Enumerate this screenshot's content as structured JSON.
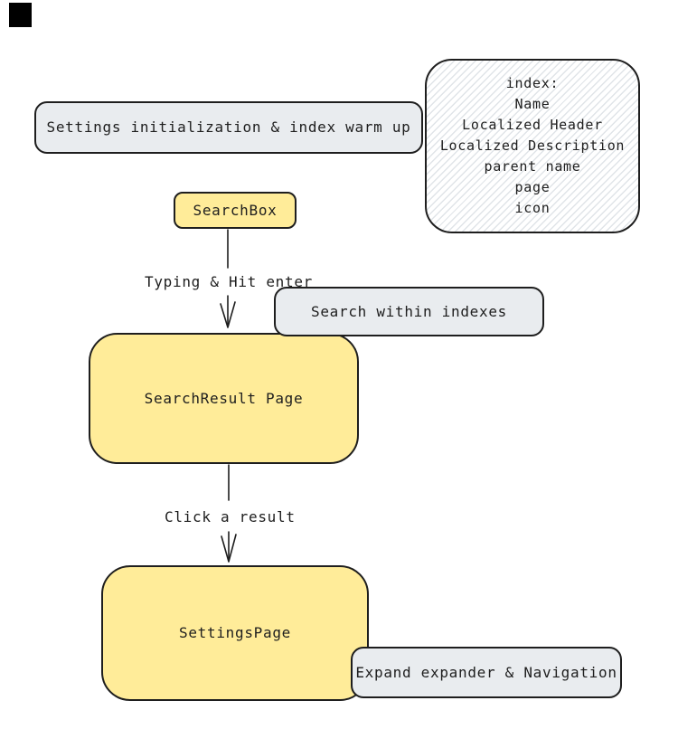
{
  "diagram": {
    "nodes": {
      "init": {
        "label": "Settings initialization & index warm up"
      },
      "index_info": {
        "lines": [
          "index:",
          "Name",
          "Localized Header",
          "Localized Description",
          "parent name",
          "page",
          "icon"
        ]
      },
      "searchbox": {
        "label": "SearchBox"
      },
      "search_within": {
        "label": "Search within indexes"
      },
      "search_result": {
        "label": "SearchResult Page"
      },
      "settings_page": {
        "label": "SettingsPage"
      },
      "expand_nav": {
        "label": "Expand expander & Navigation"
      }
    },
    "edges": {
      "typing": {
        "label": "Typing & Hit enter"
      },
      "click": {
        "label": "Click a result"
      }
    },
    "colors": {
      "stroke": "#1e1e1e",
      "fill_yellow": "#ffec99",
      "fill_gray": "#e9ecef",
      "hatch_line": "#e0e4e8",
      "text": "#1e1e1e",
      "marker": "#000000"
    }
  }
}
